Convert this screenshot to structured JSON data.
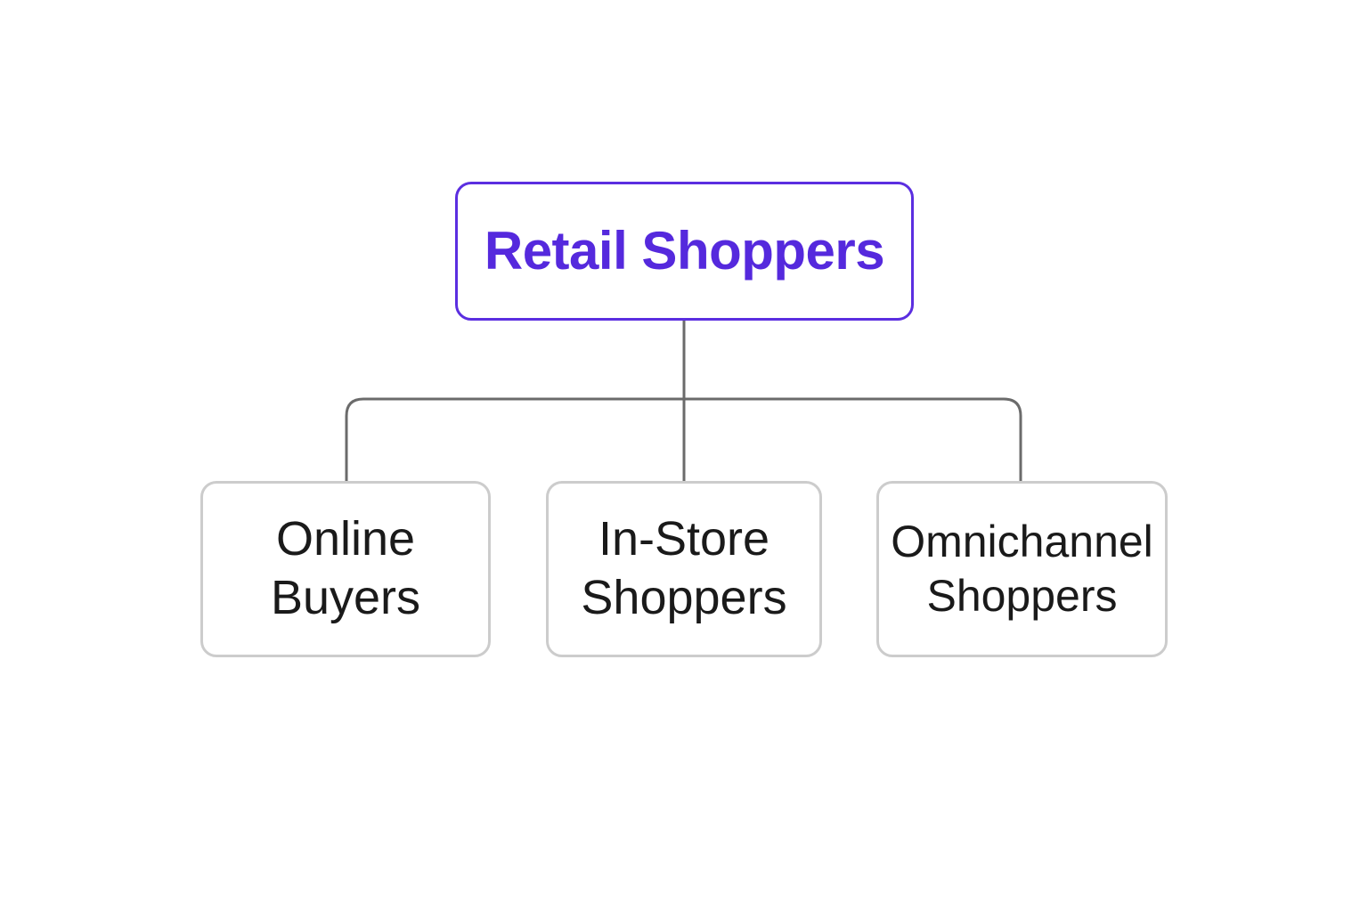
{
  "diagram": {
    "root": {
      "label": "Retail Shoppers"
    },
    "children": [
      {
        "label": "Online\nBuyers"
      },
      {
        "label": "In-Store\nShoppers"
      },
      {
        "label": "Omnichannel\nShoppers"
      }
    ]
  },
  "colors": {
    "root_accent": "#5b2ee0",
    "child_border": "#cccccc",
    "connector": "#6b6b6b",
    "text": "#1a1a1a"
  }
}
